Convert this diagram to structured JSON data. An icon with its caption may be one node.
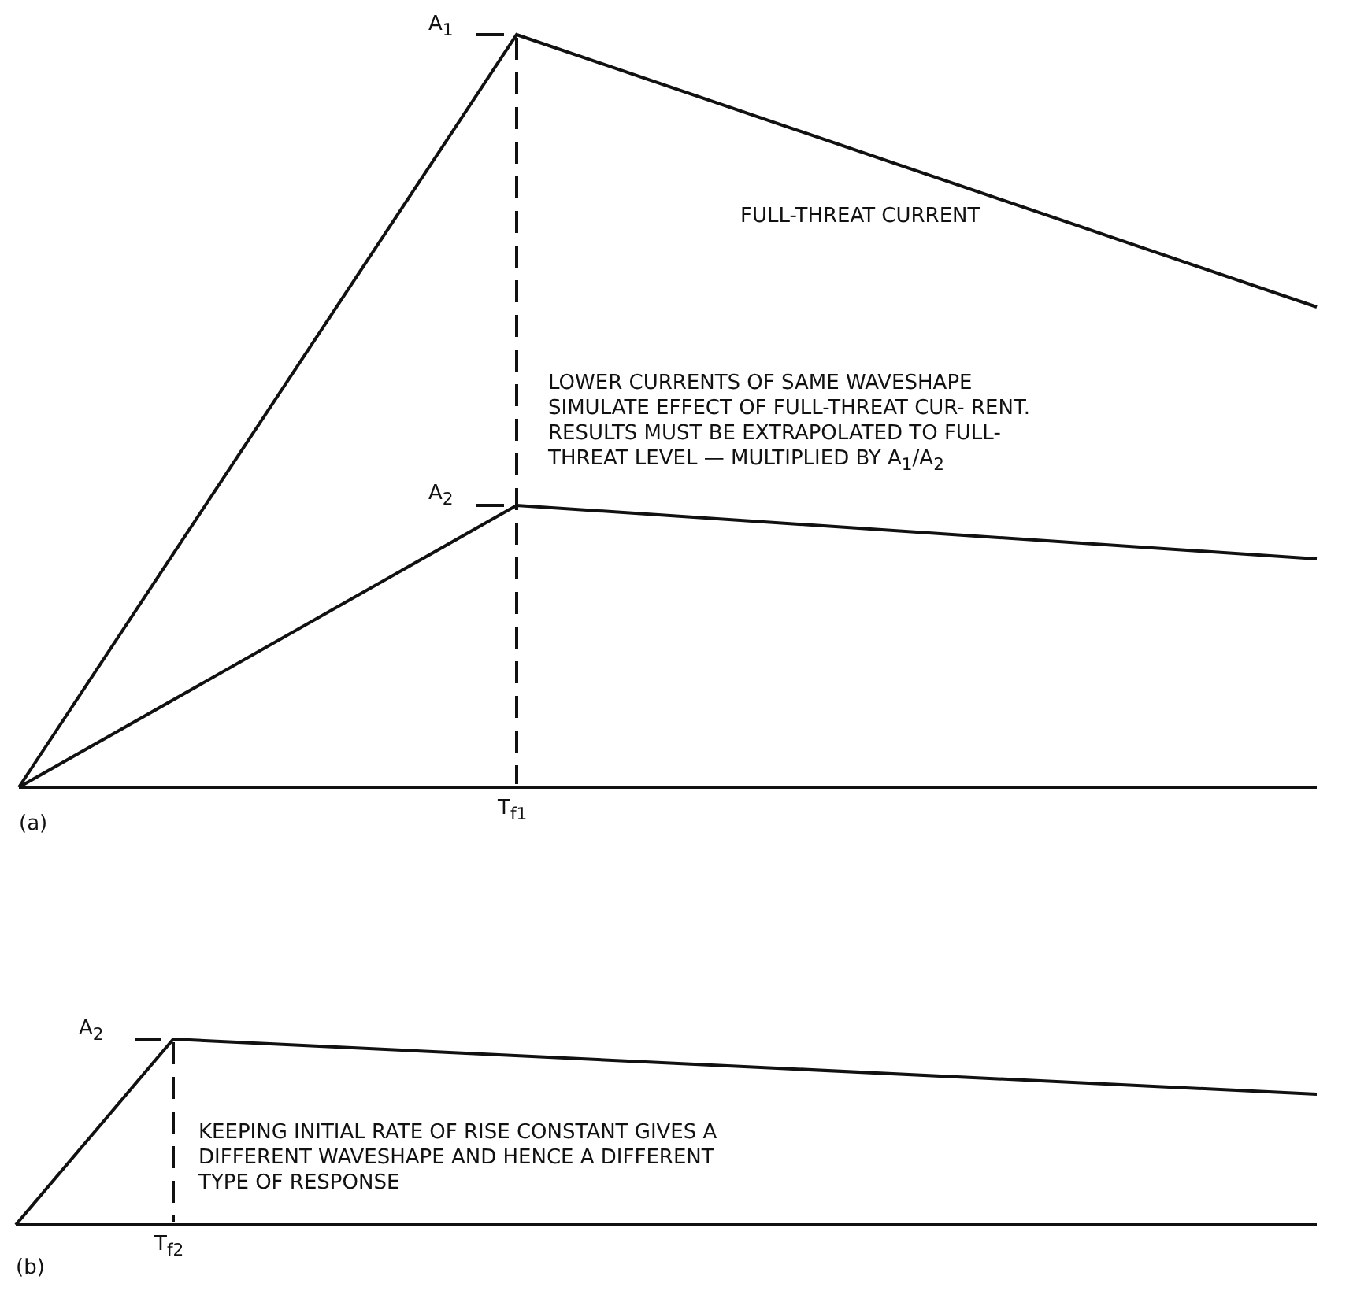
{
  "diagram": {
    "labels": [
      "A$_{1}$",
      "FULL-THREAT CURRENT",
      "LOWER CURRENTS OF SAME WAVESHAPE SIMULATE EFFECT OF FULL-THREAT CUR- RENT. RESULTS MUST BE EXTRAPOLATED TO FULL-THREAT LEVEL — MULTIPLIED BY A$_{1}$/A$_{2}$",
      "A$_{2}$",
      "(a)",
      "T$_{f1}$",
      "A$_{2}$",
      "KEEPING INITIAL RATE OF RISE CONSTANT GIVES A DIFFERENT WAVESHAPE AND HENCE A DIFFERENT TYPE OF RESPONSE",
      "(b)",
      "T$_{f2}$"
    ]
  }
}
